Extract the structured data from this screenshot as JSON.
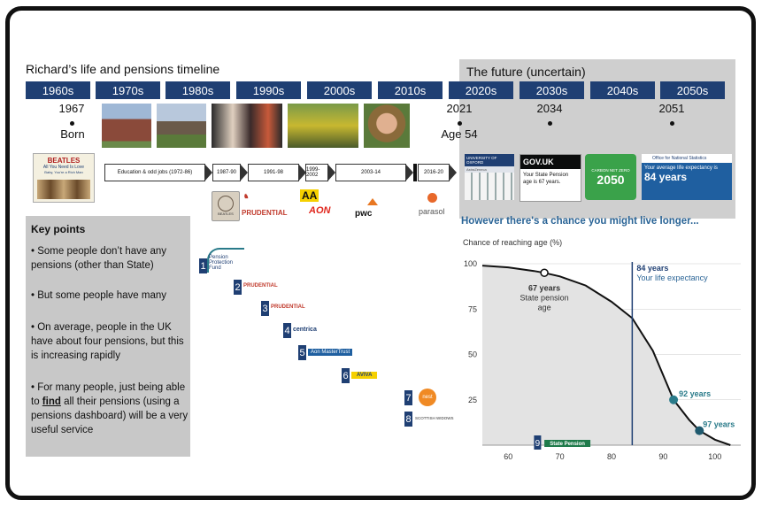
{
  "title": "Richard’s life and pensions timeline",
  "future_title": "The future (uncertain)",
  "decades": [
    "1960s",
    "1970s",
    "1980s",
    "1990s",
    "2000s",
    "2010s",
    "2020s",
    "2030s",
    "2040s",
    "2050s"
  ],
  "year_markers": [
    {
      "year": "1967",
      "note": "Born"
    },
    {
      "year": "2021",
      "note": "Age 54"
    },
    {
      "year": "2034",
      "note": ""
    },
    {
      "year": "2051",
      "note": ""
    }
  ],
  "album": {
    "line1": "BEATLES",
    "line2": "All You Need Is Love",
    "line3": "Baby, You're a Rich Man"
  },
  "segments": [
    {
      "label": "Education & odd jobs (1972-86)"
    },
    {
      "label": "1987-90"
    },
    {
      "label": "1991-98"
    },
    {
      "label": "1999-2002"
    },
    {
      "label": "2003-14"
    },
    {
      "label": "2016-20"
    }
  ],
  "employer_logos": [
    {
      "label": "BEATLES"
    },
    {
      "label": "PRUDENTIAL"
    },
    {
      "label": "AA"
    },
    {
      "label": "AON"
    },
    {
      "label": "pwc"
    },
    {
      "label": "parasol"
    }
  ],
  "future_thumbs": {
    "oxford": "UNIVERSITY OF OXFORD",
    "oxford_sub": "AstraZeneca",
    "govuk": "GOV.UK",
    "govuk_text": "Your State Pension age is 67 years.",
    "carbon_top": "CARBON NET ZERO",
    "carbon_year": "2050",
    "ons_header": "Office for National Statistics",
    "ons_text": "Your average life expectancy is",
    "ons_value": "84 years"
  },
  "key_points": {
    "heading": "Key points",
    "p1": "Some people don’t have any pensions (other than State)",
    "p2": "But some people have many",
    "p3": "On average, people in the UK have about four pensions, but this is increasing rapidly",
    "p4_a": "For many people, just being able to ",
    "p4_b": "find",
    "p4_c": " all their pensions (using a pensions dashboard) will be a very useful service"
  },
  "pensions": [
    {
      "n": "1",
      "label": "Pension Protection Fund"
    },
    {
      "n": "2",
      "label": "PRUDENTIAL"
    },
    {
      "n": "3",
      "label": "PRUDENTIAL"
    },
    {
      "n": "4",
      "label": "centrica"
    },
    {
      "n": "5",
      "label": "Aon MasterTrust"
    },
    {
      "n": "6",
      "label": "AVIVA"
    },
    {
      "n": "7",
      "label": "nest"
    },
    {
      "n": "8",
      "label": "SCOTTISH WIDOWS"
    },
    {
      "n": "9",
      "label": "State Pension"
    }
  ],
  "chart_heading": "However there's a chance you might live longer...",
  "chart_data": {
    "type": "line",
    "ylabel": "Chance of reaching age (%)",
    "xlim": [
      55,
      105
    ],
    "ylim": [
      0,
      100
    ],
    "xticks": [
      60,
      70,
      80,
      90,
      100
    ],
    "yticks": [
      25,
      50,
      75,
      100
    ],
    "series": [
      {
        "x": [
          55,
          60,
          65,
          67,
          70,
          75,
          80,
          84,
          88,
          92,
          95,
          97,
          100,
          103
        ],
        "y": [
          99,
          98,
          96,
          95,
          93,
          88,
          79,
          70,
          52,
          25,
          14,
          8,
          3,
          0
        ]
      }
    ],
    "annotations": [
      {
        "x": 67,
        "y": 95,
        "label": "67 years",
        "sub": "State pension age"
      },
      {
        "x": 84,
        "label": "84 years",
        "sub": "Your life expectancy"
      },
      {
        "x": 92,
        "y": 25,
        "label": "92 years"
      },
      {
        "x": 97,
        "y": 8,
        "label": "97 years"
      }
    ]
  },
  "colors": {
    "navy": "#1f3f73",
    "panel": "#c8c8c8",
    "teal": "#2a7b8a",
    "curve": "#111111",
    "accent": "#2a6496"
  }
}
